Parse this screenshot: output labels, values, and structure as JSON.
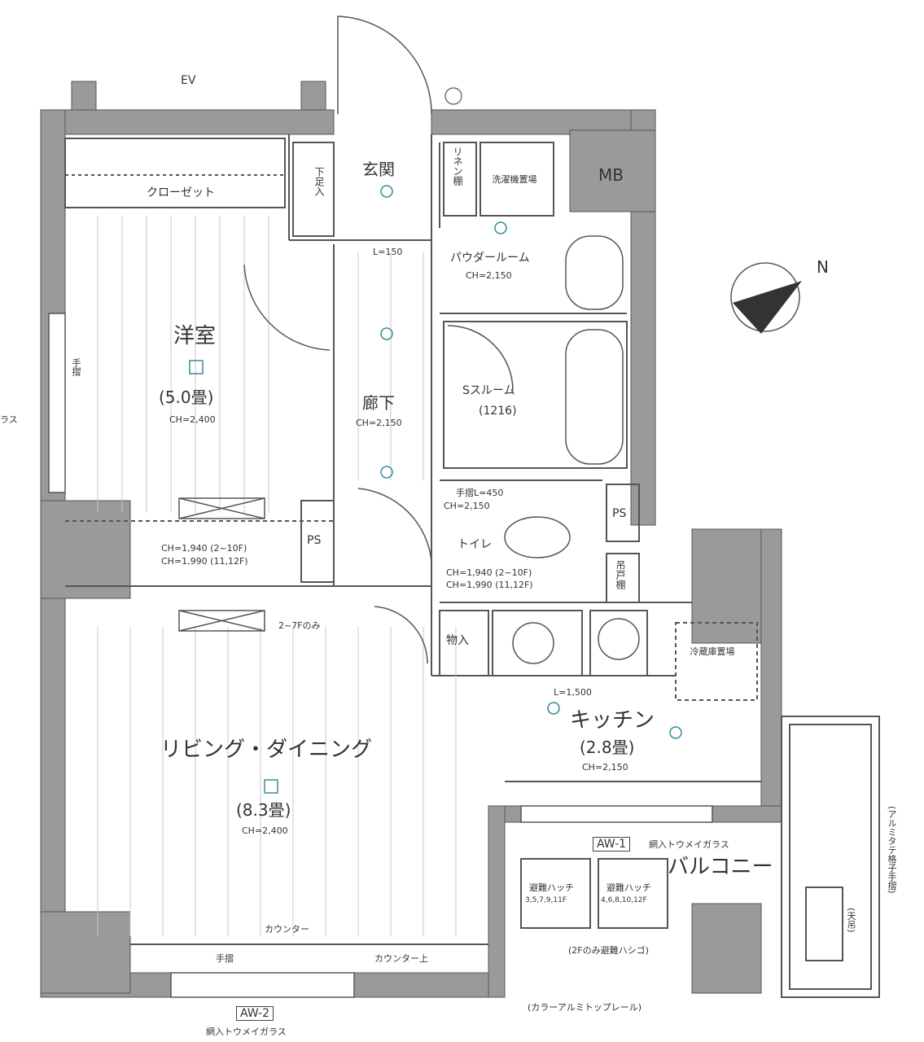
{
  "rooms": {
    "western": {
      "name": "洋室",
      "size": "(5.0畳)",
      "ch": "CH=2,400"
    },
    "hallway": {
      "name": "廊下",
      "ch": "CH=2,150"
    },
    "entrance": {
      "name": "玄関"
    },
    "powder": {
      "name": "パウダールーム",
      "ch": "CH=2,150"
    },
    "bath": {
      "name": "Sスルーム",
      "size": "(1216)"
    },
    "toilet": {
      "name": "トイレ",
      "rail": "手摺L=450",
      "ch": "CH=2,150",
      "ch2": "CH=1,940 (2~10F)",
      "ch3": "CH=1,990 (11,12F)"
    },
    "living": {
      "name": "リビング・ダイニング",
      "size": "(8.3畳)",
      "ch": "CH=2,400"
    },
    "kitchen": {
      "name": "キッチン",
      "size": "(2.8畳)",
      "ch": "CH=2,150",
      "counter": "L=1,500"
    },
    "balcony": {
      "name": "バルコニー"
    }
  },
  "labels": {
    "ev": "EV",
    "closet": "クローゼット",
    "mb": "MB",
    "ps1": "PS",
    "ps2": "PS",
    "linen": "リネン棚",
    "washer": "洗濯機置場",
    "shoebox": "下足入",
    "storage": "物入",
    "hanger": "吊戸棚",
    "fridge": "冷蔵庫置場",
    "counter": "カウンター",
    "counter2": "カウンター上",
    "handrail": "手摺",
    "closet_ch1": "CH=1,940 (2~10F)",
    "closet_ch2": "CH=1,990 (11,12F)",
    "floor_note": "2~7Fのみ",
    "aw1": "AW-1",
    "aw1_glass": "網入トウメイガラス",
    "aw2": "AW-2",
    "aw2_glass": "網入トウメイガラス",
    "hatch1": "避難ハッチ",
    "hatch1_floors": "3,5,7,9,11F",
    "hatch2": "避難ハッチ",
    "hatch2_floors": "4,6,8,10,12F",
    "ladder": "(2Fのみ避難ハシゴ)",
    "top_rail": "(カラーアルミトップレール)",
    "railing": "(アルミタテ格子手摺)",
    "above": "(天吊)",
    "l150": "L=150",
    "compass_n": "N",
    "edge_glass": "ラス"
  }
}
